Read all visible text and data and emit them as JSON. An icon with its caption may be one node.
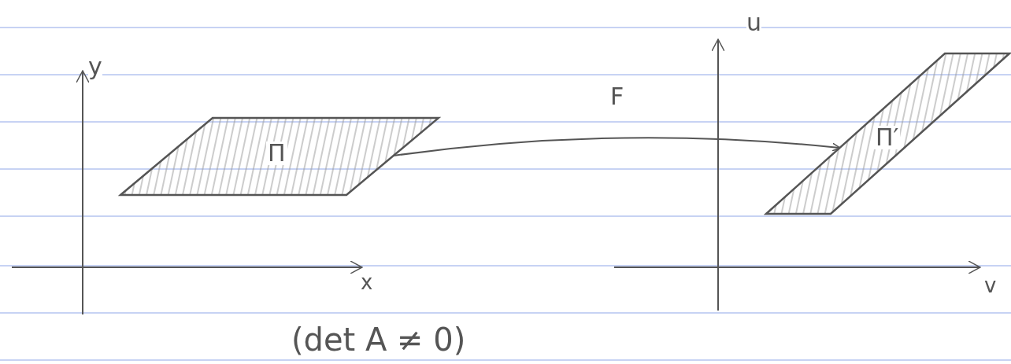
{
  "diagram": {
    "nodes": [
      {
        "text": [
          "Π"
        ]
      },
      {
        "text": [
          "Π′"
        ]
      }
    ],
    "edges": [
      {
        "from": 0,
        "to": 1,
        "arrow": "to",
        "label": "F"
      }
    ],
    "labels": [
      "y",
      "x",
      "u",
      "v",
      "(det A ≠ 0)"
    ]
  }
}
